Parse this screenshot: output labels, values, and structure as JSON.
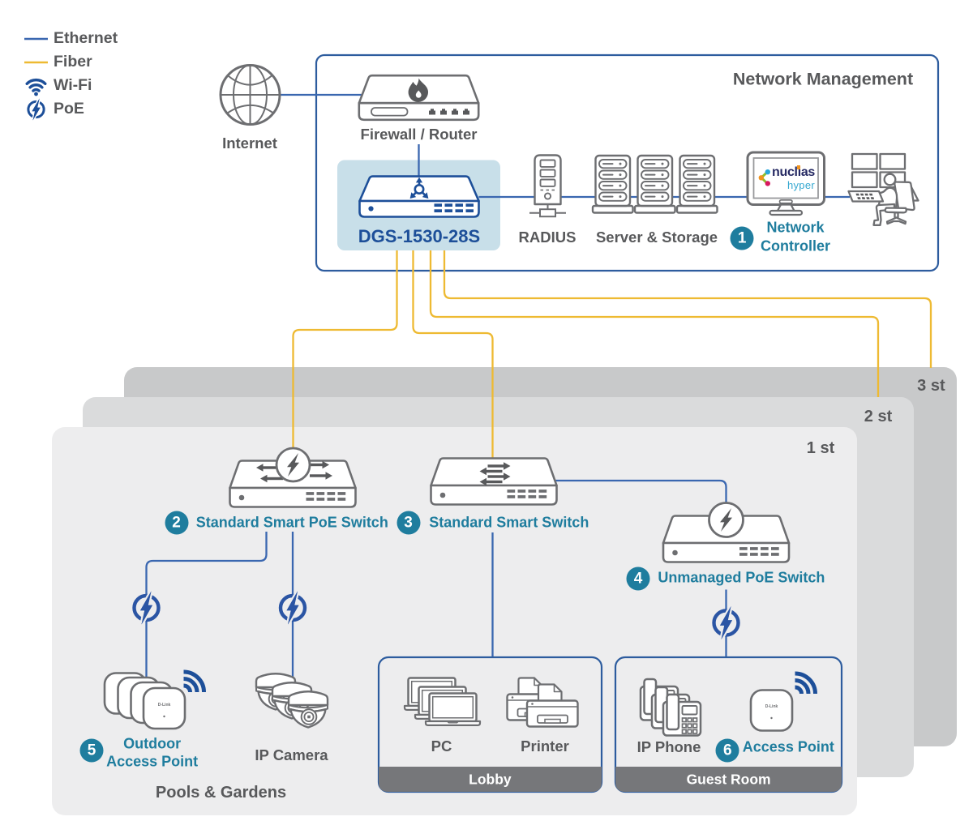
{
  "diagram_title": "Network Management",
  "legend": {
    "items": [
      {
        "icon": "ethernet-line-icon",
        "label": "Ethernet"
      },
      {
        "icon": "fiber-line-icon",
        "label": "Fiber"
      },
      {
        "icon": "wifi-icon",
        "label": "Wi-Fi"
      },
      {
        "icon": "poe-icon",
        "label": "PoE"
      }
    ]
  },
  "nodes": {
    "internet": {
      "label": "Internet"
    },
    "firewall": {
      "label": "Firewall / Router"
    },
    "core_switch": {
      "label": "DGS-1530-28S"
    },
    "radius": {
      "label": "RADIUS"
    },
    "server_storage": {
      "label": "Server & Storage"
    },
    "network_controller": {
      "badge": "1",
      "label_line1": "Network",
      "label_line2": "Controller",
      "screen_logo_brand": "nuclias",
      "screen_logo_sub": "hyper"
    },
    "smart_poe_switch": {
      "badge": "2",
      "label": "Standard Smart PoE Switch"
    },
    "smart_switch": {
      "badge": "3",
      "label": "Standard Smart Switch"
    },
    "unmanaged_poe_switch": {
      "badge": "4",
      "label": "Unmanaged PoE Switch"
    },
    "outdoor_access_point": {
      "badge": "5",
      "label_line1": "Outdoor",
      "label_line2": "Access Point",
      "device_brand": "D-Link"
    },
    "ip_camera": {
      "label": "IP Camera"
    },
    "pc": {
      "label": "PC"
    },
    "printer": {
      "label": "Printer"
    },
    "ip_phone": {
      "label": "IP Phone"
    },
    "access_point": {
      "badge": "6",
      "label": "Access Point",
      "device_brand": "D-Link"
    }
  },
  "areas": {
    "pools_gardens": {
      "label": "Pools & Gardens"
    },
    "lobby": {
      "label": "Lobby"
    },
    "guest_room": {
      "label": "Guest Room"
    },
    "floors": [
      {
        "label": "1 st"
      },
      {
        "label": "2 st"
      },
      {
        "label": "3 st"
      }
    ]
  },
  "colors": {
    "ethernet_line": "#3a67b0",
    "fiber_line": "#eeba32",
    "navy": "#1d4f99",
    "teal_accent": "#1f7d9e",
    "device_stroke_gray": "#6d6e71",
    "text_gray": "#58595b",
    "box_border_blue": "#2d5c9e",
    "core_switch_highlight": "#c8dfe9",
    "floor1_fill": "#ededee",
    "floor2_fill": "#dadbdc",
    "floor3_fill": "#c8c9ca",
    "room_footer_gray": "#76777a"
  }
}
